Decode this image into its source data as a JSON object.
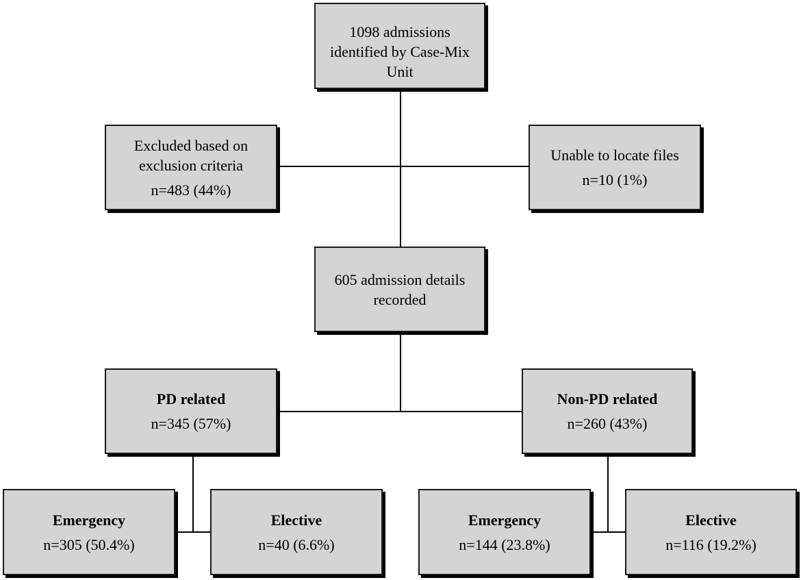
{
  "boxes": {
    "admissions": {
      "line1": "1098 admissions",
      "line2": "identified by Case-Mix",
      "line3": "Unit"
    },
    "excluded": {
      "line1": "Excluded based on",
      "line2": "exclusion criteria",
      "count": "n=483 (44%)"
    },
    "unable": {
      "line1": "Unable to locate files",
      "count": "n=10 (1%)"
    },
    "recorded": {
      "line1": "605 admission details",
      "line2": "recorded"
    },
    "pd_related": {
      "title": "PD related",
      "count": "n=345 (57%)"
    },
    "non_pd_related": {
      "title": "Non-PD related",
      "count": "n=260 (43%)"
    },
    "pd_emergency": {
      "title": "Emergency",
      "count": "n=305 (50.4%)"
    },
    "pd_elective": {
      "title": "Elective",
      "count": "n=40 (6.6%)"
    },
    "nonpd_emergency": {
      "title": "Emergency",
      "count": "n=144 (23.8%)"
    },
    "nonpd_elective": {
      "title": "Elective",
      "count": "n=116 (19.2%)"
    }
  },
  "colors": {
    "box_fill": "#d4d4d4",
    "box_border": "#1a1a1a",
    "connector": "#000000"
  }
}
